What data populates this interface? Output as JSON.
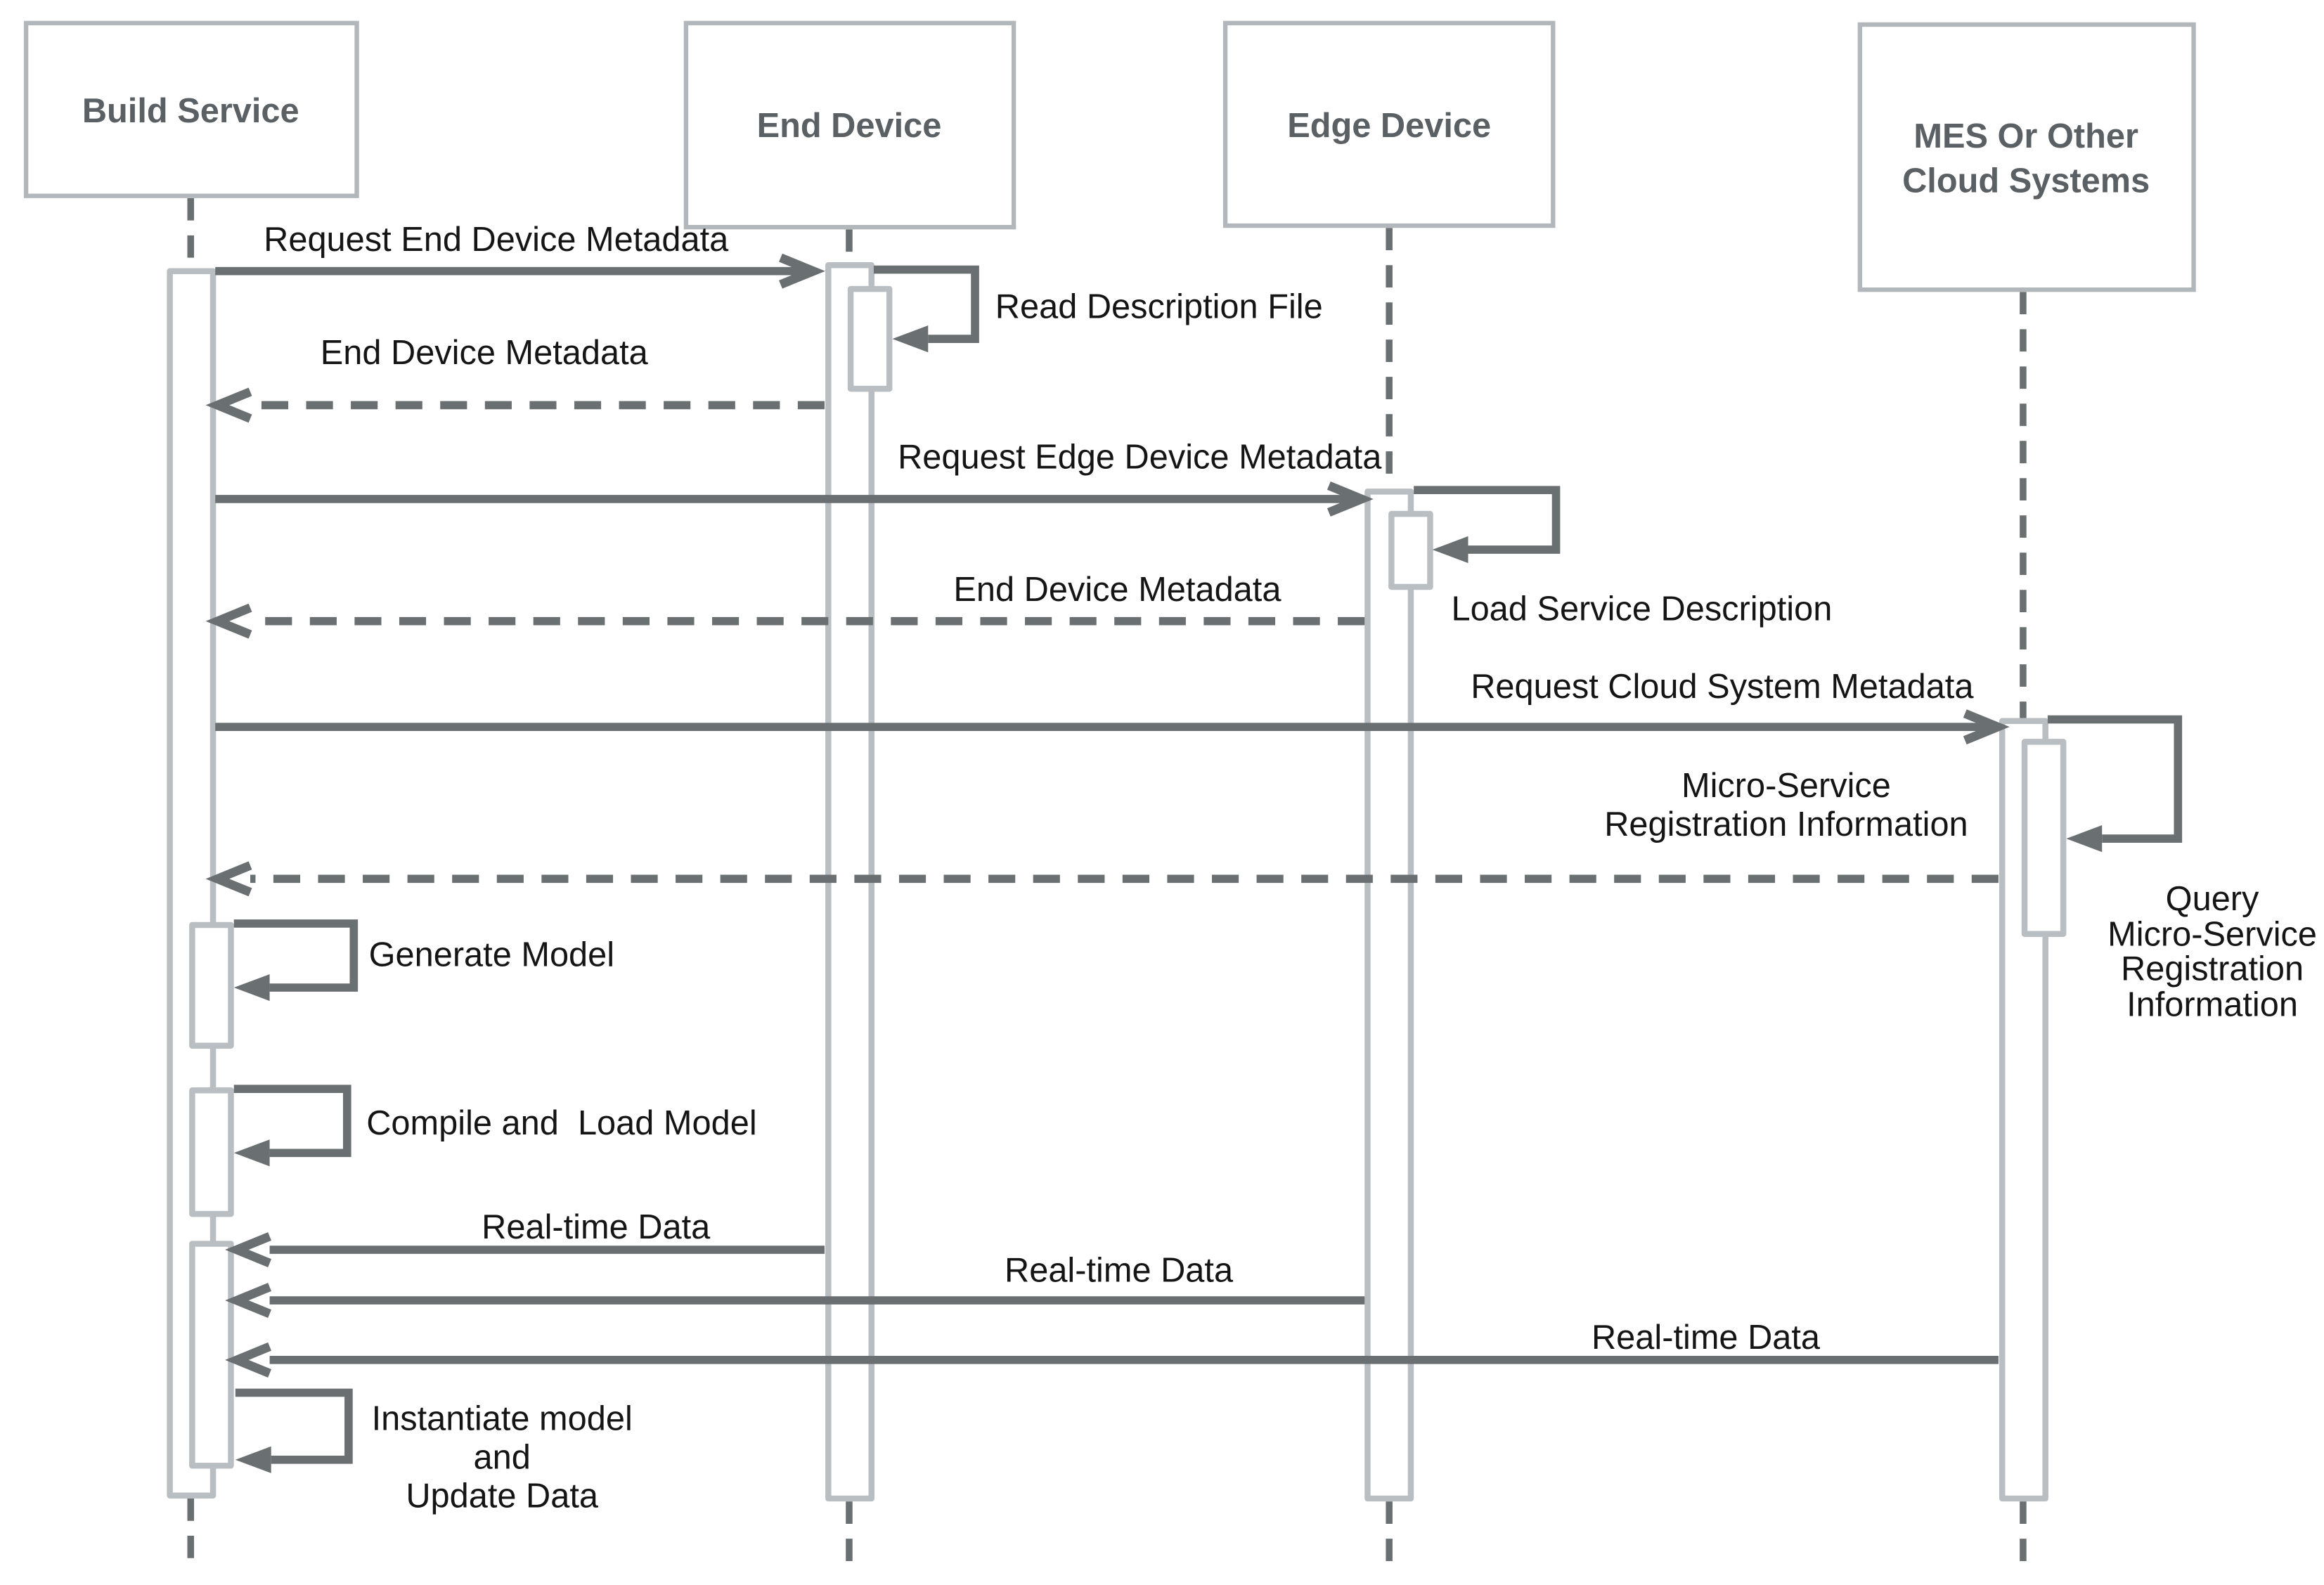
{
  "diagram": {
    "type": "uml-sequence-diagram",
    "colors": {
      "background": "#ffffff",
      "box_border": "#b1b7ba",
      "activation_border": "#b9bec2",
      "line": "#6a6f72",
      "participant_text": "#5a6064",
      "message_text": "#151515"
    }
  },
  "participants": [
    {
      "id": "build-service",
      "label": "Build Service"
    },
    {
      "id": "end-device",
      "label": "End Device"
    },
    {
      "id": "edge-device",
      "label": "Edge Device"
    },
    {
      "id": "mes-cloud",
      "label": "MES Or Other\nCloud Systems"
    }
  ],
  "messages": [
    {
      "label": "Request End Device Metadata",
      "from": "build-service",
      "to": "end-device",
      "kind": "solid"
    },
    {
      "label": "Read Description File",
      "from": "end-device",
      "to": "end-device",
      "kind": "self"
    },
    {
      "label": "End Device Metadata",
      "from": "end-device",
      "to": "build-service",
      "kind": "dashed"
    },
    {
      "label": "Request Edge Device Metadata",
      "from": "build-service",
      "to": "edge-device",
      "kind": "solid"
    },
    {
      "label": "Load Service Description",
      "from": "edge-device",
      "to": "edge-device",
      "kind": "self"
    },
    {
      "label": "End Device Metadata",
      "from": "edge-device",
      "to": "build-service",
      "kind": "dashed"
    },
    {
      "label": "Request Cloud System Metadata",
      "from": "build-service",
      "to": "mes-cloud",
      "kind": "solid"
    },
    {
      "label": "Query\nMicro-Service\nRegistration\nInformation",
      "from": "mes-cloud",
      "to": "mes-cloud",
      "kind": "self"
    },
    {
      "label": "Micro-Service\nRegistration Information",
      "from": "mes-cloud",
      "to": "build-service",
      "kind": "dashed"
    },
    {
      "label": "Generate Model",
      "from": "build-service",
      "to": "build-service",
      "kind": "self"
    },
    {
      "label": "Compile and  Load Model",
      "from": "build-service",
      "to": "build-service",
      "kind": "self"
    },
    {
      "label": "Real-time Data",
      "from": "end-device",
      "to": "build-service",
      "kind": "solid"
    },
    {
      "label": "Real-time Data",
      "from": "edge-device",
      "to": "build-service",
      "kind": "solid"
    },
    {
      "label": "Real-time Data",
      "from": "mes-cloud",
      "to": "build-service",
      "kind": "solid"
    },
    {
      "label": "Instantiate model\nand\nUpdate Data",
      "from": "build-service",
      "to": "build-service",
      "kind": "self"
    }
  ]
}
